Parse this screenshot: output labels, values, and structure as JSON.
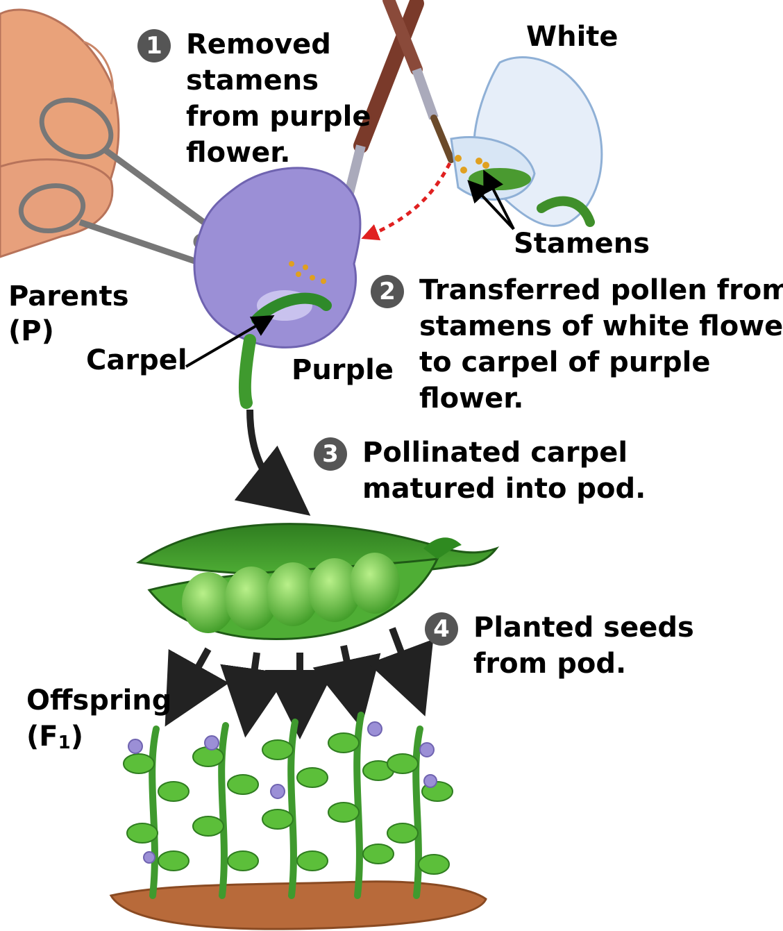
{
  "steps": [
    {
      "number": "1",
      "lines": [
        "Removed",
        "stamens",
        "from purple",
        "flower."
      ]
    },
    {
      "number": "2",
      "lines": [
        "Transferred pollen from",
        "stamens of white flower",
        "to carpel of purple",
        "flower."
      ]
    },
    {
      "number": "3",
      "lines": [
        "Pollinated carpel",
        "matured into pod."
      ]
    },
    {
      "number": "4",
      "lines": [
        "Planted seeds",
        "from pod."
      ]
    }
  ],
  "labels": {
    "white": "White",
    "stamens": "Stamens",
    "parents_line1": "Parents",
    "parents_line2": "(P)",
    "carpel": "Carpel",
    "purple": "Purple",
    "offspring_line1": "Offspring",
    "offspring_open": "(F",
    "offspring_sub": "1",
    "offspring_close": ")"
  },
  "colors": {
    "purple_flower": "#9b8fd6",
    "white_flower": "#e6eef9",
    "pod_green": "#3f9a2e",
    "pea_green": "#5cbf3a",
    "soil": "#b86a3a",
    "pollen_arrow": "#e02020",
    "step_badge": "#555555"
  }
}
